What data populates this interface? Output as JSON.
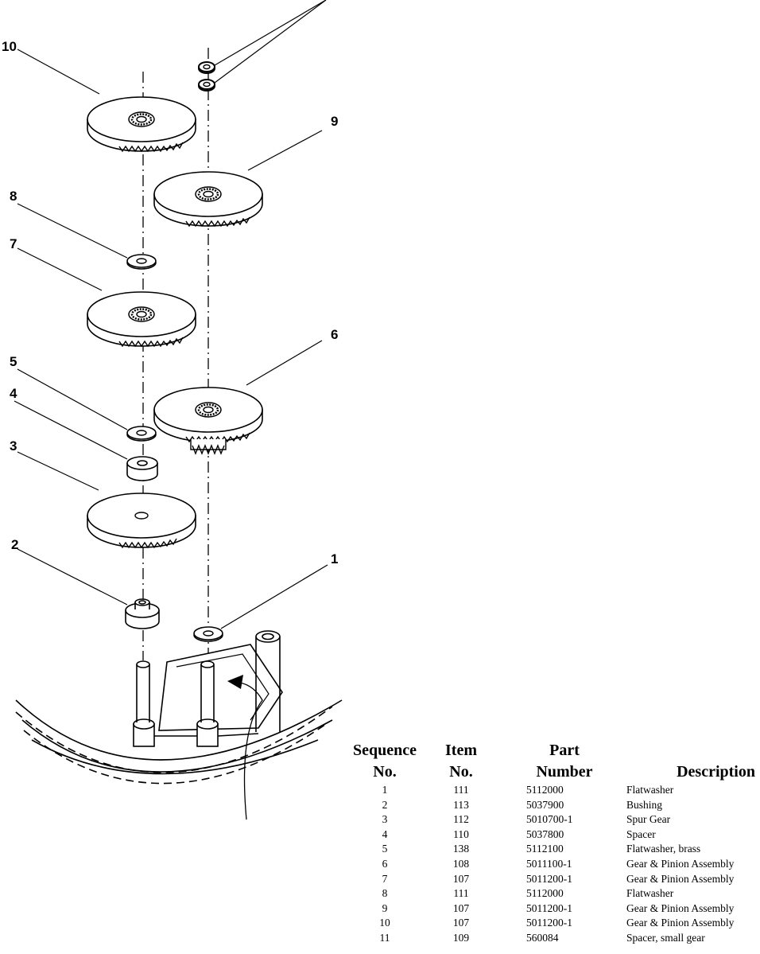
{
  "callouts": [
    "1",
    "2",
    "3",
    "4",
    "5",
    "6",
    "7",
    "8",
    "9",
    "10"
  ],
  "table": {
    "headers": {
      "sequence": [
        "Sequence",
        "No."
      ],
      "item": [
        "Item",
        "No."
      ],
      "part": [
        "Part",
        "Number"
      ],
      "description": [
        "",
        "Description"
      ]
    },
    "rows": [
      {
        "seq": "1",
        "item": "111",
        "part": "5112000",
        "desc": "Flatwasher"
      },
      {
        "seq": "2",
        "item": "113",
        "part": "5037900",
        "desc": "Bushing"
      },
      {
        "seq": "3",
        "item": "112",
        "part": "5010700-1",
        "desc": "Spur Gear"
      },
      {
        "seq": "4",
        "item": "110",
        "part": "5037800",
        "desc": "Spacer"
      },
      {
        "seq": "5",
        "item": "138",
        "part": "5112100",
        "desc": "Flatwasher, brass"
      },
      {
        "seq": "6",
        "item": "108",
        "part": "5011100-1",
        "desc": "Gear & Pinion Assembly"
      },
      {
        "seq": "7",
        "item": "107",
        "part": "5011200-1",
        "desc": "Gear & Pinion Assembly"
      },
      {
        "seq": "8",
        "item": "111",
        "part": "5112000",
        "desc": "Flatwasher"
      },
      {
        "seq": "9",
        "item": "107",
        "part": "5011200-1",
        "desc": "Gear & Pinion Assembly"
      },
      {
        "seq": "10",
        "item": "107",
        "part": "5011200-1",
        "desc": "Gear & Pinion Assembly"
      },
      {
        "seq": "11",
        "item": "109",
        "part": "560084",
        "desc": "Spacer, small gear"
      }
    ]
  }
}
